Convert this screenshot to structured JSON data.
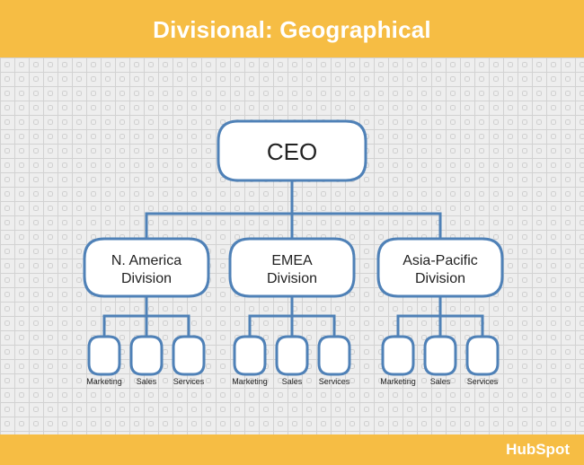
{
  "header": {
    "title": "Divisional: Geographical"
  },
  "footer": {
    "brand": "HubSpot"
  },
  "colors": {
    "accent": "#f6bd44",
    "node_stroke": "#4f81b7",
    "node_fill": "#ffffff",
    "connector": "#4f81b7",
    "text": "#222222"
  },
  "org": {
    "root": {
      "label": "CEO"
    },
    "divisions": [
      {
        "lines": [
          "N. America",
          "Division"
        ],
        "teams": [
          "Marketing",
          "Sales",
          "Services"
        ]
      },
      {
        "lines": [
          "EMEA",
          "Division"
        ],
        "teams": [
          "Marketing",
          "Sales",
          "Services"
        ]
      },
      {
        "lines": [
          "Asia-Pacific",
          "Division"
        ],
        "teams": [
          "Marketing",
          "Sales",
          "Services"
        ]
      }
    ]
  }
}
